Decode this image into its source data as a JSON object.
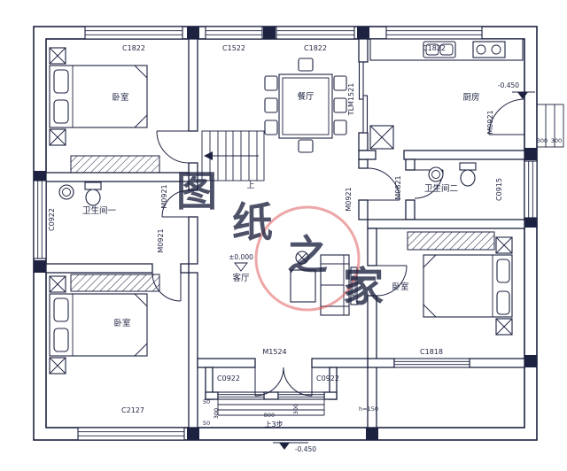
{
  "drawing": {
    "ink": "#1d2240",
    "watermark_color": "#dd4f4f"
  },
  "watermark": {
    "text": "图纸之家",
    "chars": [
      "图",
      "纸",
      "之",
      "家"
    ]
  },
  "rooms": {
    "bedroom_top_left": "卧室",
    "bedroom_bottom_left": "卧室",
    "bedroom_bottom_right": "卧室",
    "dining_room": "餐厅",
    "kitchen": "厨房",
    "living_room": "客厅",
    "bathroom_one": "卫生间一",
    "bathroom_two": "卫生间二"
  },
  "windows": {
    "top_1": "C1822",
    "top_2": "C1522",
    "top_3": "C1822",
    "top_4": "C1822",
    "left": "C0922",
    "right": "C0915",
    "bottom_left": "C2127",
    "bedroom_br": "C1818",
    "porch_left": "C0922",
    "porch_right": "C0922"
  },
  "doors": {
    "bathroom_one": "M0921",
    "bedroom_bottom_left": "M0921",
    "hallway": "M0921",
    "kitchen_side": "M0921",
    "bathroom_two": "M0821",
    "kitchen_sliding": "TLM1521",
    "main_entry": "M1524"
  },
  "levels": {
    "indoor": "±0.000",
    "outdoor_right": "-0.450",
    "outdoor_front": "-0.450"
  },
  "stairs": {
    "up_label": "上",
    "entry_steps": "上3步"
  },
  "dimensions": {
    "right_step_1": "300",
    "right_step_2": "300",
    "porch_a": "50",
    "porch_b": "300",
    "porch_c": "50",
    "porch_width": "800",
    "porch_d": "300",
    "step_height": "h=150"
  }
}
